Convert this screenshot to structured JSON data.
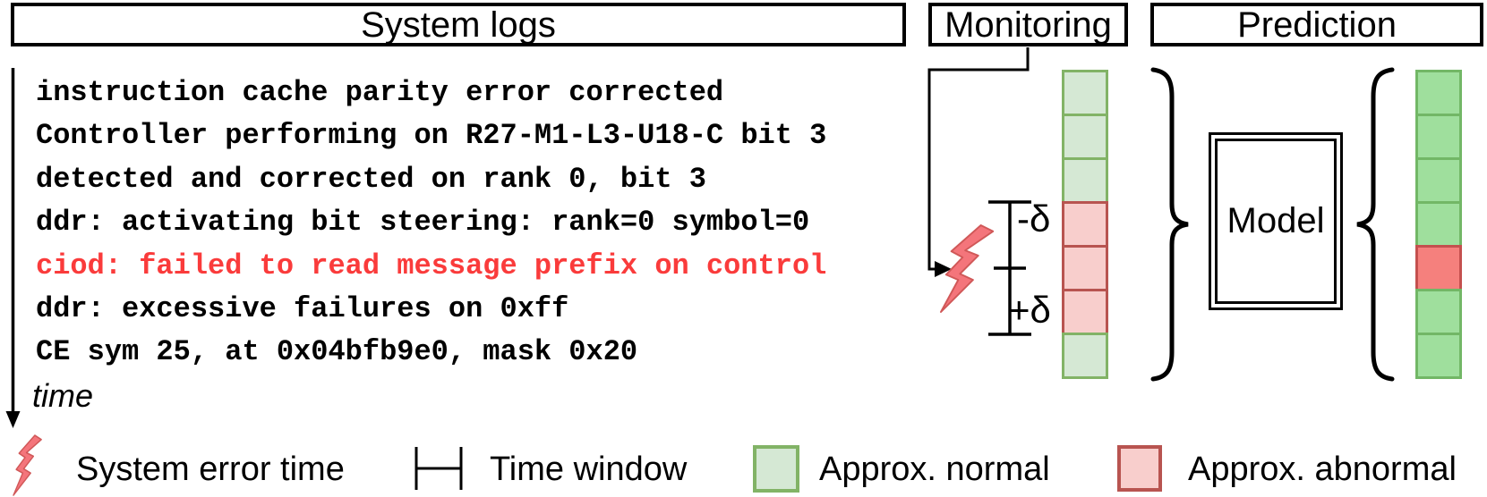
{
  "header": {
    "system_logs": "System logs",
    "monitoring": "Monitoring",
    "prediction": "Prediction"
  },
  "logs": {
    "lines": [
      {
        "text": "instruction cache parity error corrected",
        "status": "normal"
      },
      {
        "text": "Controller performing on R27-M1-L3-U18-C bit 3",
        "status": "normal"
      },
      {
        "text": "detected and corrected on rank 0, bit 3",
        "status": "normal"
      },
      {
        "text": "ddr: activating bit steering: rank=0 symbol=0",
        "status": "normal"
      },
      {
        "text": "ciod: failed to read message prefix on control",
        "status": "error"
      },
      {
        "text": "ddr: excessive failures on 0xff",
        "status": "normal"
      },
      {
        "text": "CE sym 25, at 0x04bfb9e0, mask 0x20",
        "status": "normal"
      }
    ],
    "time_axis_label": "time"
  },
  "monitoring": {
    "delta_minus": "-δ",
    "delta_plus": "+δ",
    "cells": [
      "normal",
      "normal",
      "normal",
      "abnormal",
      "abnormal",
      "abnormal",
      "normal"
    ]
  },
  "model": {
    "label": "Model"
  },
  "prediction": {
    "cells": [
      "normal",
      "normal",
      "normal",
      "normal",
      "abnormal",
      "normal",
      "normal"
    ]
  },
  "legend": {
    "error_time": "System error time",
    "time_window": "Time window",
    "normal": "Approx. normal",
    "abnormal": "Approx. abnormal"
  },
  "colors": {
    "approx_normal_fill": "#d5e8d4",
    "approx_normal_border": "#82b366",
    "approx_abnormal_fill": "#f8cecc",
    "approx_abnormal_border": "#b85450",
    "pred_normal_fill": "#9fdf9d",
    "pred_normal_border": "#72b766",
    "pred_abnormal_fill": "#f5807d",
    "pred_abnormal_border": "#c4504e",
    "error_text": "#fa3b3b",
    "lightning_fill": "#f4757b",
    "lightning_stroke": "#d05858"
  }
}
